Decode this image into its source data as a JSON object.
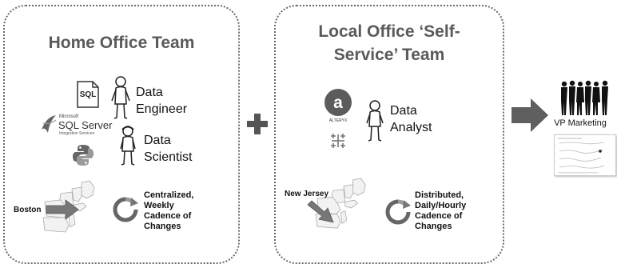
{
  "home": {
    "title_line1": "Home Office Team",
    "sql_icon_label": "SQL",
    "sql_server": {
      "brand": "Microsoft",
      "name": "SQL Server",
      "sub": "Integration Services"
    },
    "engineer_line1": "Data",
    "engineer_line2": "Engineer",
    "scientist_line1": "Data",
    "scientist_line2": "Scientist",
    "city": "Boston",
    "cadence": [
      "Centralized,",
      "Weekly",
      "Cadence of",
      "Changes"
    ]
  },
  "local": {
    "title_line1": "Local Office ‘Self-",
    "title_line2": "Service’ Team",
    "alteryx_label": "ALTERYX",
    "analyst_line1": "Data",
    "analyst_line2": "Analyst",
    "city": "New Jersey",
    "cadence": [
      "Distributed,",
      "Daily/Hourly",
      "Cadence of",
      "Changes"
    ]
  },
  "output": {
    "label": "VP Marketing"
  },
  "colors": {
    "border": "#6a6a6a",
    "title": "#5a5a5a",
    "arrow": "#5f5f5f",
    "plus": "#555555",
    "icon": "#4a4a4a"
  }
}
